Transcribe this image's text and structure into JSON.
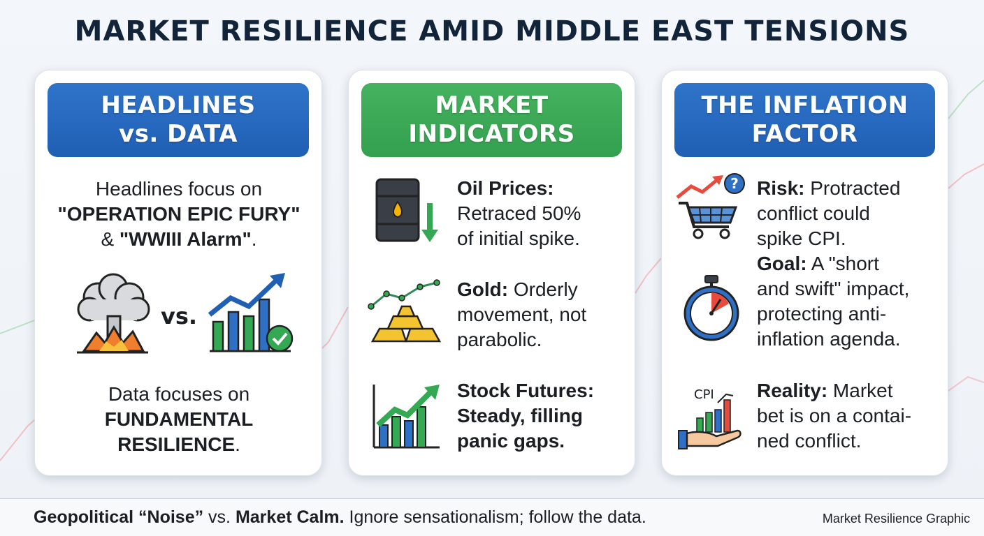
{
  "title": "MARKET RESILIENCE AMID MIDDLE EAST TENSIONS",
  "colors": {
    "title": "#12243a",
    "banner_blue": "#2f74c9",
    "banner_green": "#45b25f",
    "accent_red": "#e64b3c",
    "accent_green": "#34a853",
    "accent_blue": "#1f5fb4"
  },
  "cards": [
    {
      "heading_line1": "HEADLINES",
      "heading_line2": "vs. DATA",
      "headlines_line1": "Headlines focus on",
      "headlines_line2": "\"OPERATION EPIC FURY\"",
      "headlines_line3_prefix": "& ",
      "headlines_line3_bold": "\"WWIII Alarm\"",
      "headlines_line3_suffix": ".",
      "vs_label": "vs.",
      "icons": [
        "explosion-cloud-icon",
        "rising-bar-chart-check-icon"
      ],
      "data_line1": "Data focuses on",
      "data_line2": "FUNDAMENTAL",
      "data_line3_bold": "RESILIENCE",
      "data_line3_suffix": "."
    },
    {
      "heading_line1": "MARKET",
      "heading_line2": "INDICATORS",
      "items": [
        {
          "icon": "oil-barrel-down-arrow-icon",
          "label": "Oil Prices:",
          "line1": "Retraced 50%",
          "line2": "of initial spike.",
          "line3": ""
        },
        {
          "icon": "gold-bars-icon",
          "label": "Gold:",
          "line1": " Orderly",
          "line2": "movement, not",
          "line3": "parabolic."
        },
        {
          "icon": "stock-chart-up-icon",
          "label": "Stock Futures:",
          "line1": "Steady, filling",
          "line2": "panic gaps.",
          "line3": ""
        }
      ]
    },
    {
      "heading_line1": "THE INFLATION",
      "heading_line2": "FACTOR",
      "items": [
        {
          "icon": "shopping-cart-question-icon",
          "label": "Risk:",
          "line1": " Protracted",
          "line2": "conflict could",
          "line3": "spike CPI.",
          "line4": ""
        },
        {
          "icon": "stopwatch-icon",
          "label": "Goal:",
          "line1": " A \"short",
          "line2": "and swift\" impact,",
          "line3": "protecting anti-",
          "line4": "inflation agenda."
        },
        {
          "icon": "cpi-hand-chart-icon",
          "icon_text": "CPI",
          "label": "Reality:",
          "line1": " Market",
          "line2": "bet is on a contai-",
          "line3": "ned conflict.",
          "line4": ""
        }
      ]
    }
  ],
  "footer": {
    "bold1": "Geopolitical “Noise”",
    "text1": " vs. ",
    "bold2": "Market Calm.",
    "text2": " Ignore sensationalism; follow the data.",
    "credit": "Market Resilience Graphic"
  }
}
